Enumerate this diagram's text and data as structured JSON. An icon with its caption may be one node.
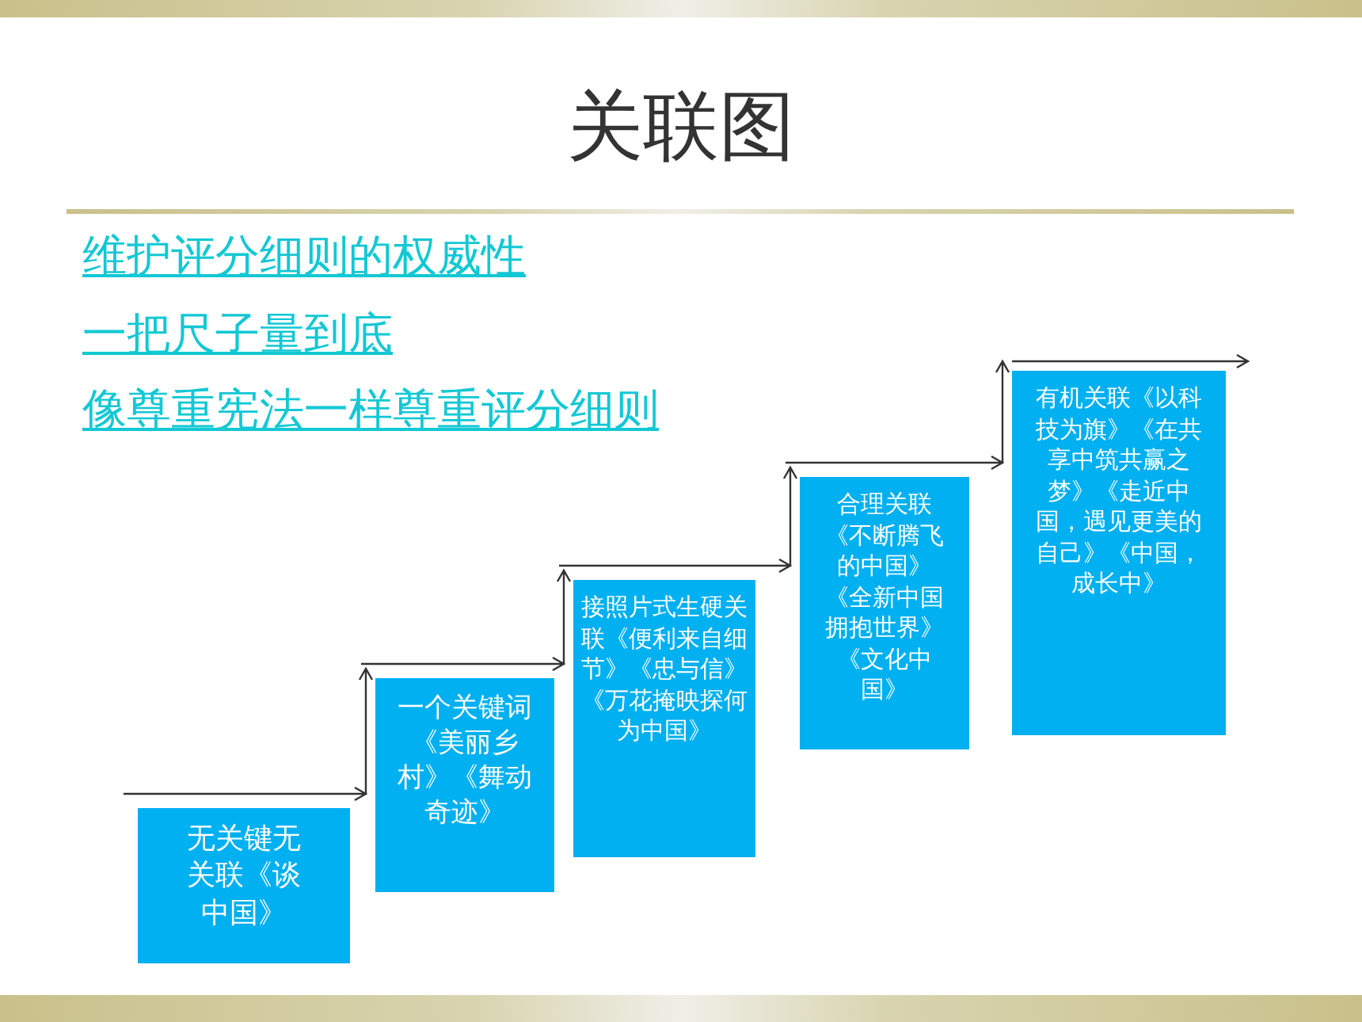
{
  "diagram": {
    "title": "关联图",
    "nodes": [
      {
        "text": [
          "无关键无关联《谈中国》"
        ]
      },
      {
        "text": [
          "一个关键词《美丽乡村》《舞动奇迹》"
        ]
      },
      {
        "text": [
          "接照片式生硬关联《便利来自细节》《忠与信》《万花掩映探何为中国》"
        ]
      },
      {
        "text": [
          "合理关联《不断腾飞的中国》《全新中国拥抱世界》《文化中国》"
        ]
      },
      {
        "text": [
          "有机关联《以科技为旗》《在共享中筑共赢之梦》《走近中国，遇见更美的自己》《中国，成长中》"
        ]
      }
    ],
    "edges": [
      {
        "from": 0,
        "to": 1,
        "arrow": "to"
      },
      {
        "from": 1,
        "to": 2,
        "arrow": "to"
      },
      {
        "from": 2,
        "to": 3,
        "arrow": "to"
      },
      {
        "from": 3,
        "to": 4,
        "arrow": "to"
      },
      {
        "from": 4,
        "to": null,
        "arrow": "to"
      }
    ],
    "labels": [
      "维护评分细则的权威性",
      "一把尺子量到底",
      "像尊重宪法一样尊重评分细则"
    ]
  }
}
